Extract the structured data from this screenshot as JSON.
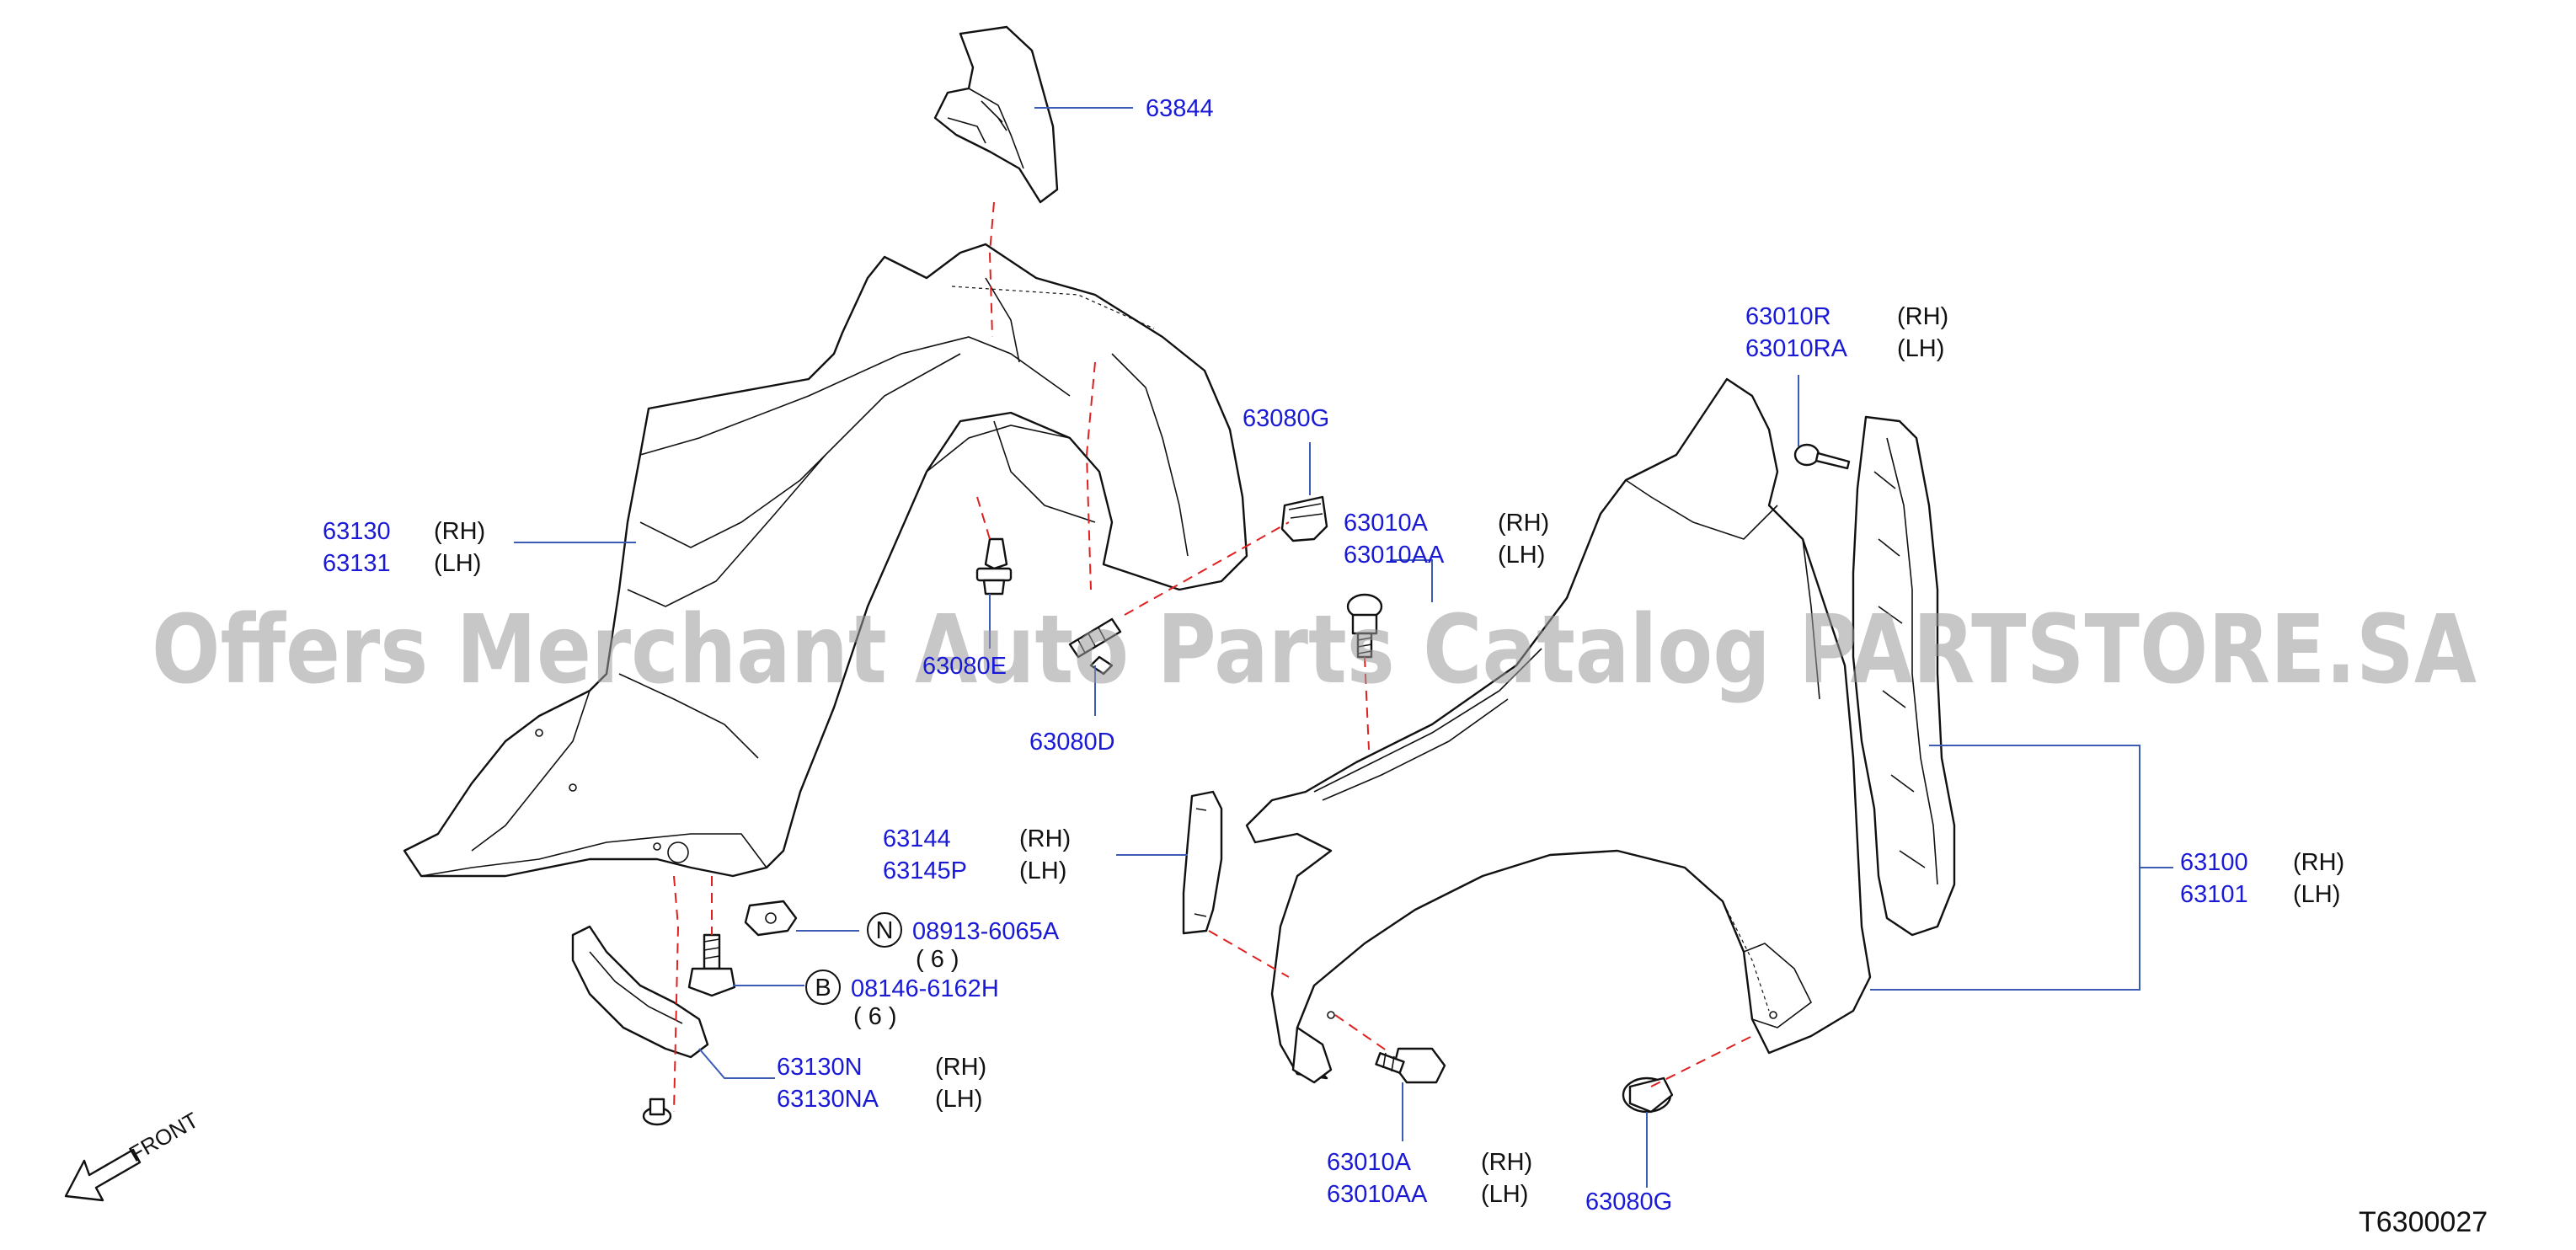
{
  "parts": [
    {
      "id": "p63844",
      "lines": [
        "63844"
      ]
    },
    {
      "id": "p63130",
      "lines": [
        "63130",
        "63131"
      ],
      "sides": [
        "(RH)",
        "(LH)"
      ]
    },
    {
      "id": "p63080G_top",
      "lines": [
        "63080G"
      ]
    },
    {
      "id": "p63010A_mid",
      "lines": [
        "63010A",
        "63010AA"
      ],
      "sides": [
        "(RH)",
        "(LH)"
      ]
    },
    {
      "id": "p63080E",
      "lines": [
        "63080E"
      ]
    },
    {
      "id": "p63080D",
      "lines": [
        "63080D"
      ]
    },
    {
      "id": "p63010R",
      "lines": [
        "63010R",
        "63010RA"
      ],
      "sides": [
        "(RH)",
        "(LH)"
      ]
    },
    {
      "id": "p63144",
      "lines": [
        "63144",
        "63145P"
      ],
      "sides": [
        "(RH)",
        "(LH)"
      ]
    },
    {
      "id": "p63100",
      "lines": [
        "63100",
        "63101"
      ],
      "sides": [
        "(RH)",
        "(LH)"
      ]
    },
    {
      "id": "p08913",
      "marker": "N",
      "lines": [
        "08913-6065A"
      ],
      "qty": "( 6 )"
    },
    {
      "id": "p08146",
      "marker": "B",
      "lines": [
        "08146-6162H"
      ],
      "qty": "( 6 )"
    },
    {
      "id": "p63130N",
      "lines": [
        "63130N",
        "63130NA"
      ],
      "sides": [
        "(RH)",
        "(LH)"
      ]
    },
    {
      "id": "p63010A_bot",
      "lines": [
        "63010A",
        "63010AA"
      ],
      "sides": [
        "(RH)",
        "(LH)"
      ]
    },
    {
      "id": "p63080G_bot",
      "lines": [
        "63080G"
      ]
    }
  ],
  "front_label": "FRONT",
  "diagram_code": "T6300027",
  "watermark": "Offers Merchant Auto Parts Catalog PARTSTORE.SA"
}
